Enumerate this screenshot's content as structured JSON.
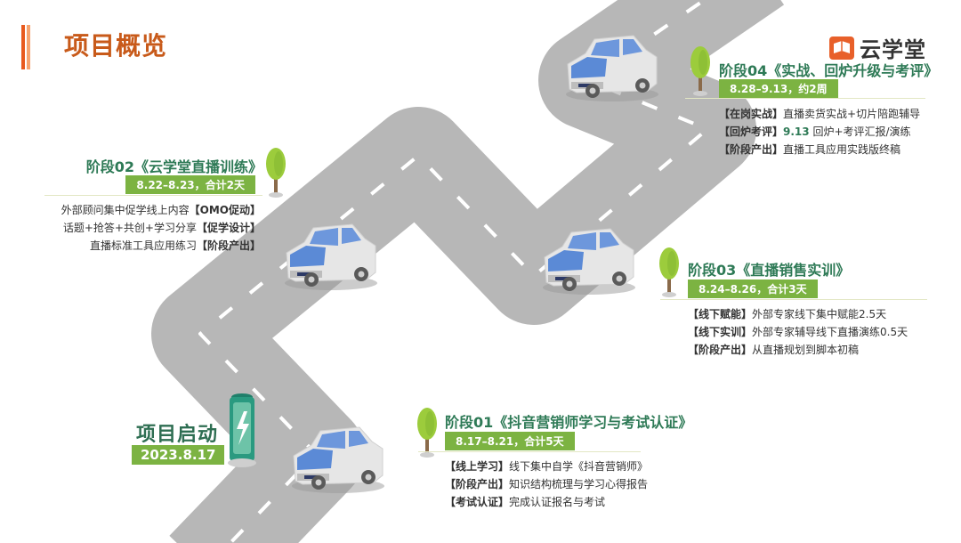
{
  "header": {
    "title": "项目概览",
    "brand": "云学堂"
  },
  "start": {
    "title": "项目启动",
    "date": "2023.8.17"
  },
  "stage01": {
    "title": "阶段01《抖音营销师学习与考试认证》",
    "period": "8.17–8.21，合计5天",
    "items": [
      {
        "tag": "【线上学习】",
        "text": "线下集中自学《抖音营销师》"
      },
      {
        "tag": "【阶段产出】",
        "text": "知识结构梳理与学习心得报告"
      },
      {
        "tag": "【考试认证】",
        "text": "完成认证报名与考试"
      }
    ]
  },
  "stage02": {
    "title": "阶段02《云学堂直播训练》",
    "period": "8.22–8.23，合计2天",
    "items": [
      {
        "text": "外部顾问集中促学线上内容",
        "tag": "【OMO促动】"
      },
      {
        "text": "话题+抢答+共创+学习分享",
        "tag": "【促学设计】"
      },
      {
        "text": "直播标准工具应用练习",
        "tag": "【阶段产出】"
      }
    ]
  },
  "stage03": {
    "title": "阶段03《直播销售实训》",
    "period": "8.24–8.26，合计3天",
    "items": [
      {
        "tag": "【线下赋能】",
        "text": "外部专家线下集中赋能2.5天"
      },
      {
        "tag": "【线下实训】",
        "text": "外部专家辅导线下直播演练0.5天"
      },
      {
        "tag": "【阶段产出】",
        "text": "从直播规划到脚本初稿"
      }
    ]
  },
  "stage04": {
    "title": "阶段04《实战、回炉升级与考评》",
    "period": "8.28–9.13，约2周",
    "items": [
      {
        "tag": "【在岗实战】",
        "text": "直播卖货实战+切片陪跑辅导"
      },
      {
        "tag": "【回炉考评】",
        "highlight": "9.13",
        "text": " 回炉+考评汇报/演练"
      },
      {
        "tag": "【阶段产出】",
        "text": "直播工具应用实践版终稿"
      }
    ]
  },
  "colors": {
    "accent": "#e85a1e",
    "green": "#2e7a56",
    "pill": "#7cb342",
    "road": "#b3b3b3"
  },
  "icons": [
    "tree-icon",
    "car-icon",
    "battery-charge-icon",
    "book-logo-icon"
  ]
}
